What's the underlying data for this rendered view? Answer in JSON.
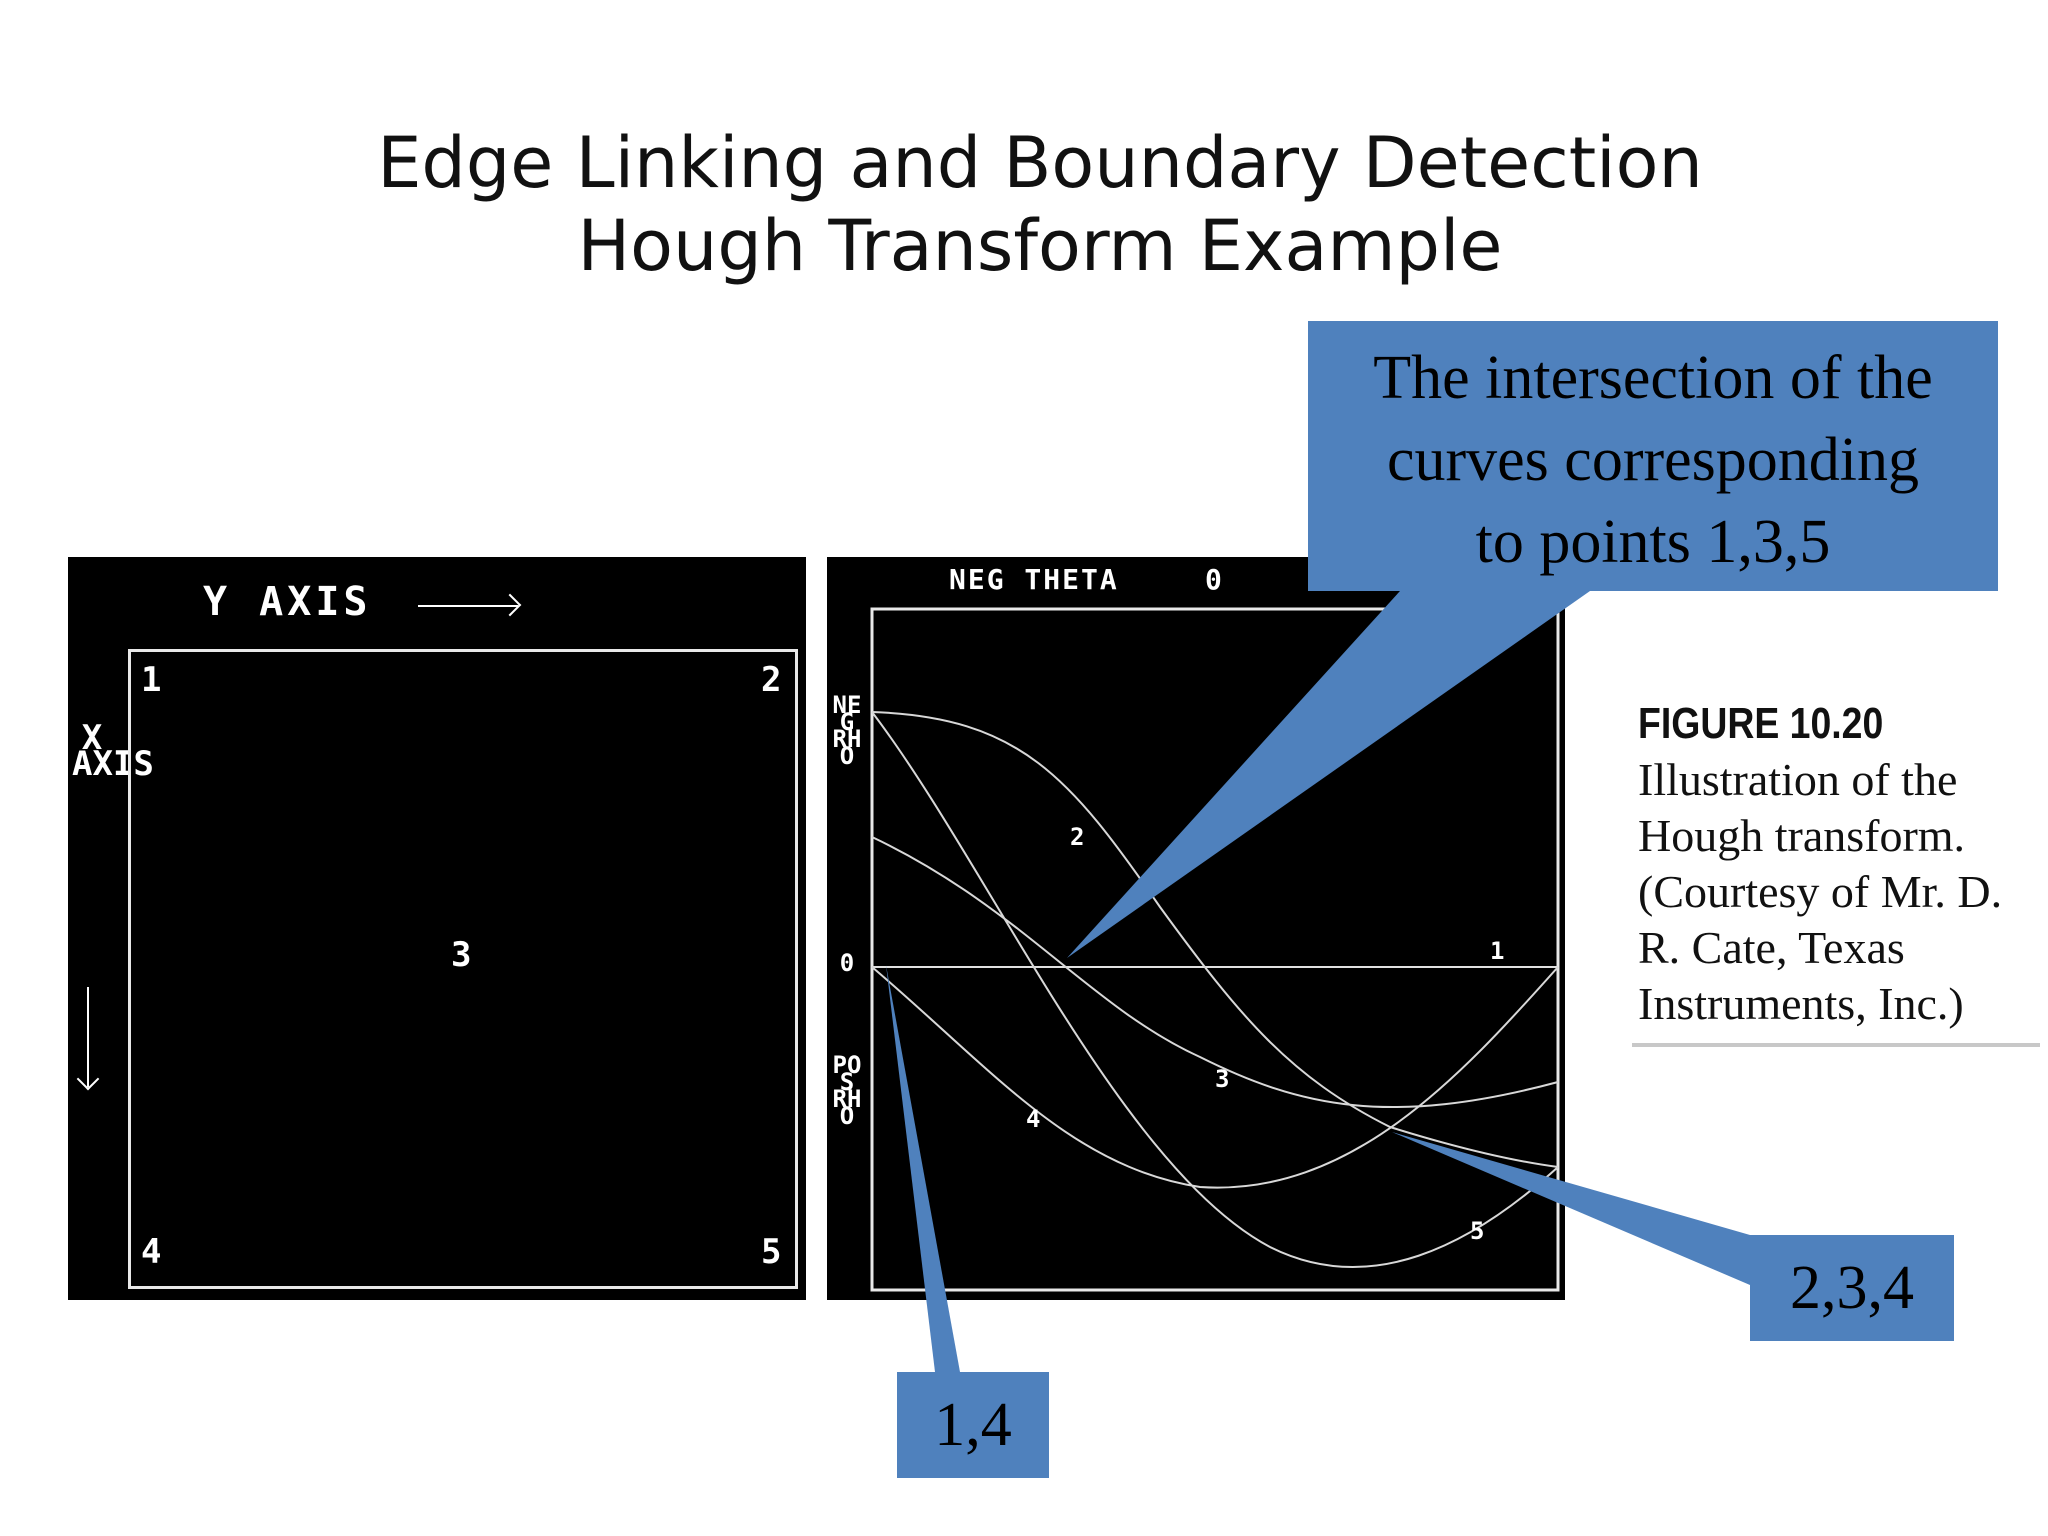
{
  "title": {
    "line1": "Edge Linking and Boundary Detection",
    "line2": "Hough Transform Example"
  },
  "xy_panel": {
    "y_axis_label": "Y  AXIS",
    "x_axis_label": "X AXIS",
    "points": [
      "1",
      "2",
      "3",
      "4",
      "5"
    ]
  },
  "hough_panel": {
    "neg_theta_label": "NEG THETA",
    "theta_zero_label": "0",
    "neg_rho_label": "NEG RHO",
    "rho_zero_label": "0",
    "pos_rho_label": "POS RHO",
    "curve_labels": [
      "1",
      "2",
      "3",
      "4",
      "5"
    ]
  },
  "callouts": {
    "main_lines": [
      "The intersection of the",
      "curves corresponding",
      "to points 1,3,5"
    ],
    "label_234": "2,3,4",
    "label_14": "1,4",
    "fill_color": "#4f81bd"
  },
  "figure": {
    "number": "FIGURE 10.20",
    "caption": "Illustration of the Hough transform. (Courtesy of Mr. D. R. Cate, Texas Instruments, Inc.)"
  }
}
